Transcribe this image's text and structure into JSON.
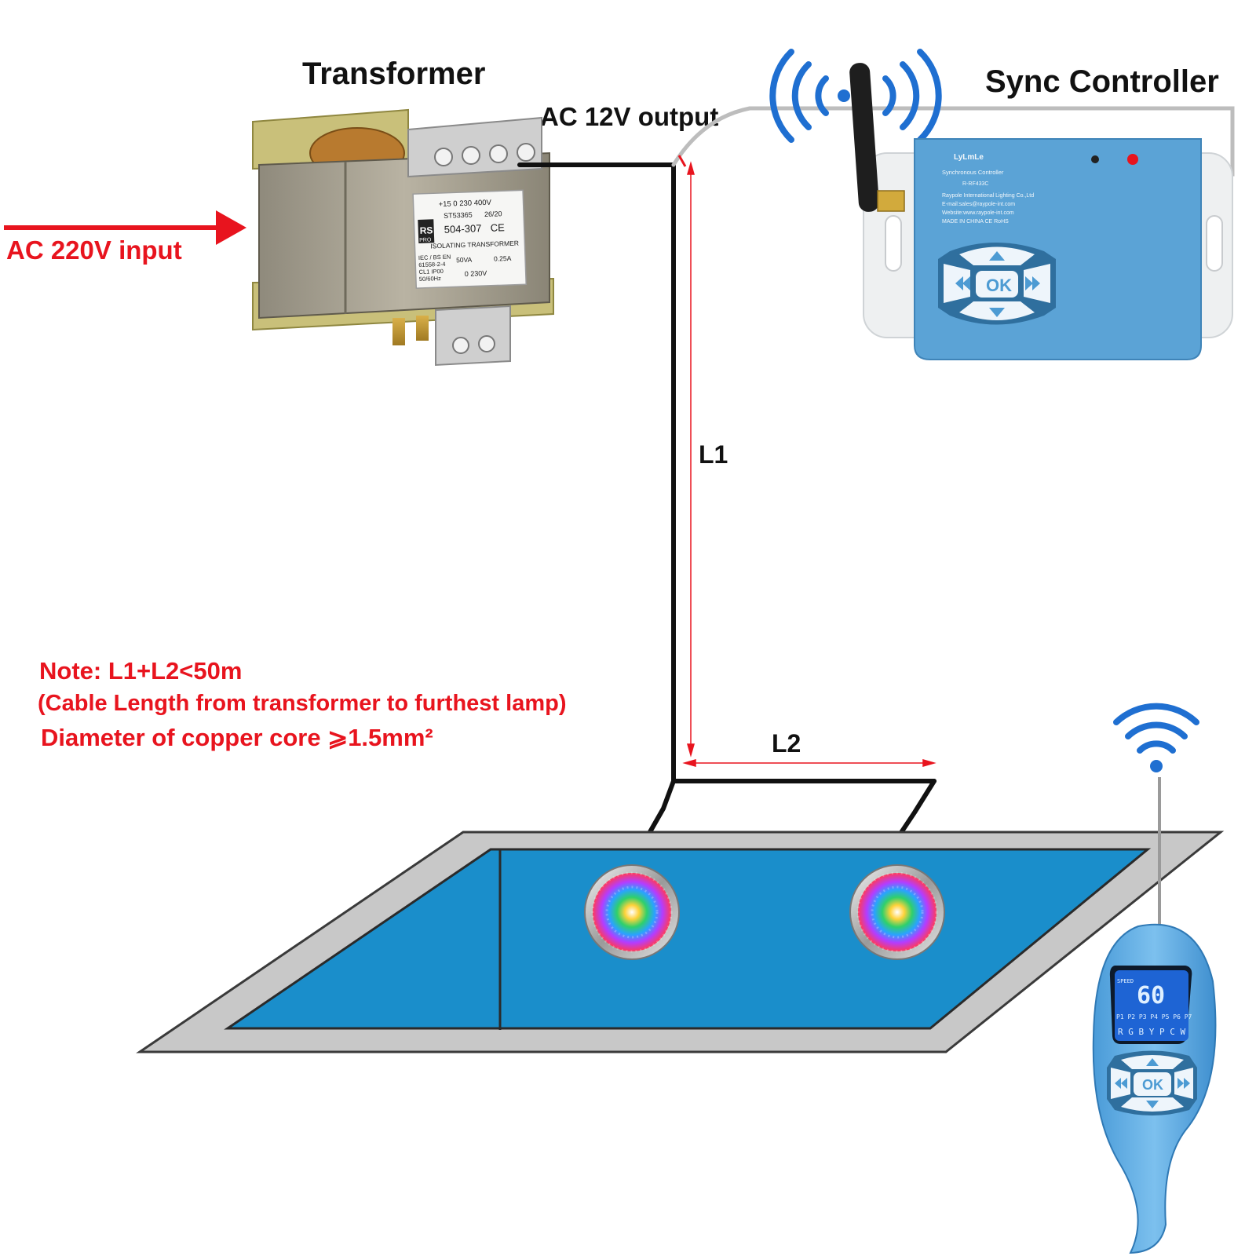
{
  "labels": {
    "transformer": "Transformer",
    "sync_controller": "Sync Controller",
    "ac_output": "AC 12V output",
    "ac_input": "AC 220V input",
    "l1": "L1",
    "l2": "L2"
  },
  "note": {
    "line1": "Note:  L1+L2<50m",
    "line2": "(Cable Length from transformer to furthest lamp)",
    "line3": "Diameter of copper core ⩾1.5mm²"
  },
  "transformer_label": {
    "brand": "RS",
    "brand_sub": "PRO",
    "taps": "+15   0   230  400V",
    "stock": "ST53365",
    "date": "26/20",
    "part": "504-307",
    "ce": "CE",
    "type": "ISOLATING TRANSFORMER",
    "std1": "IEC / BS EN",
    "std2": "61558-2-4",
    "std3": "CL1 IP00",
    "std4": "50/60Hz",
    "va": "50VA",
    "fuse": "0.25A",
    "in_taps": "0     230V"
  },
  "controller_label": {
    "brand": "LyLmLe",
    "product": "Synchronous Controller",
    "model": "R-RF433C",
    "company": "Raypole International Lighting Co.,Ltd",
    "email": "E-mail:sales@raypole-int.com",
    "website": "Website:www.raypole-int.com",
    "origin": "MADE IN CHINA   CE  RoHS",
    "ok": "OK"
  },
  "remote": {
    "lcd_value": "60",
    "lcd_speed": "SPEED",
    "lcd_program_row": "P1 P2 P3 P4 P5 P6 P7",
    "lcd_color_row": "R G B Y P C W",
    "ok": "OK"
  },
  "colors": {
    "accent_red": "#e8141e",
    "pool_water": "#1a8ecb",
    "pool_edge": "#c8c8c8",
    "controller_blue": "#5ba3d6",
    "wifi_blue": "#1f6fd1",
    "cable": "#111111"
  }
}
